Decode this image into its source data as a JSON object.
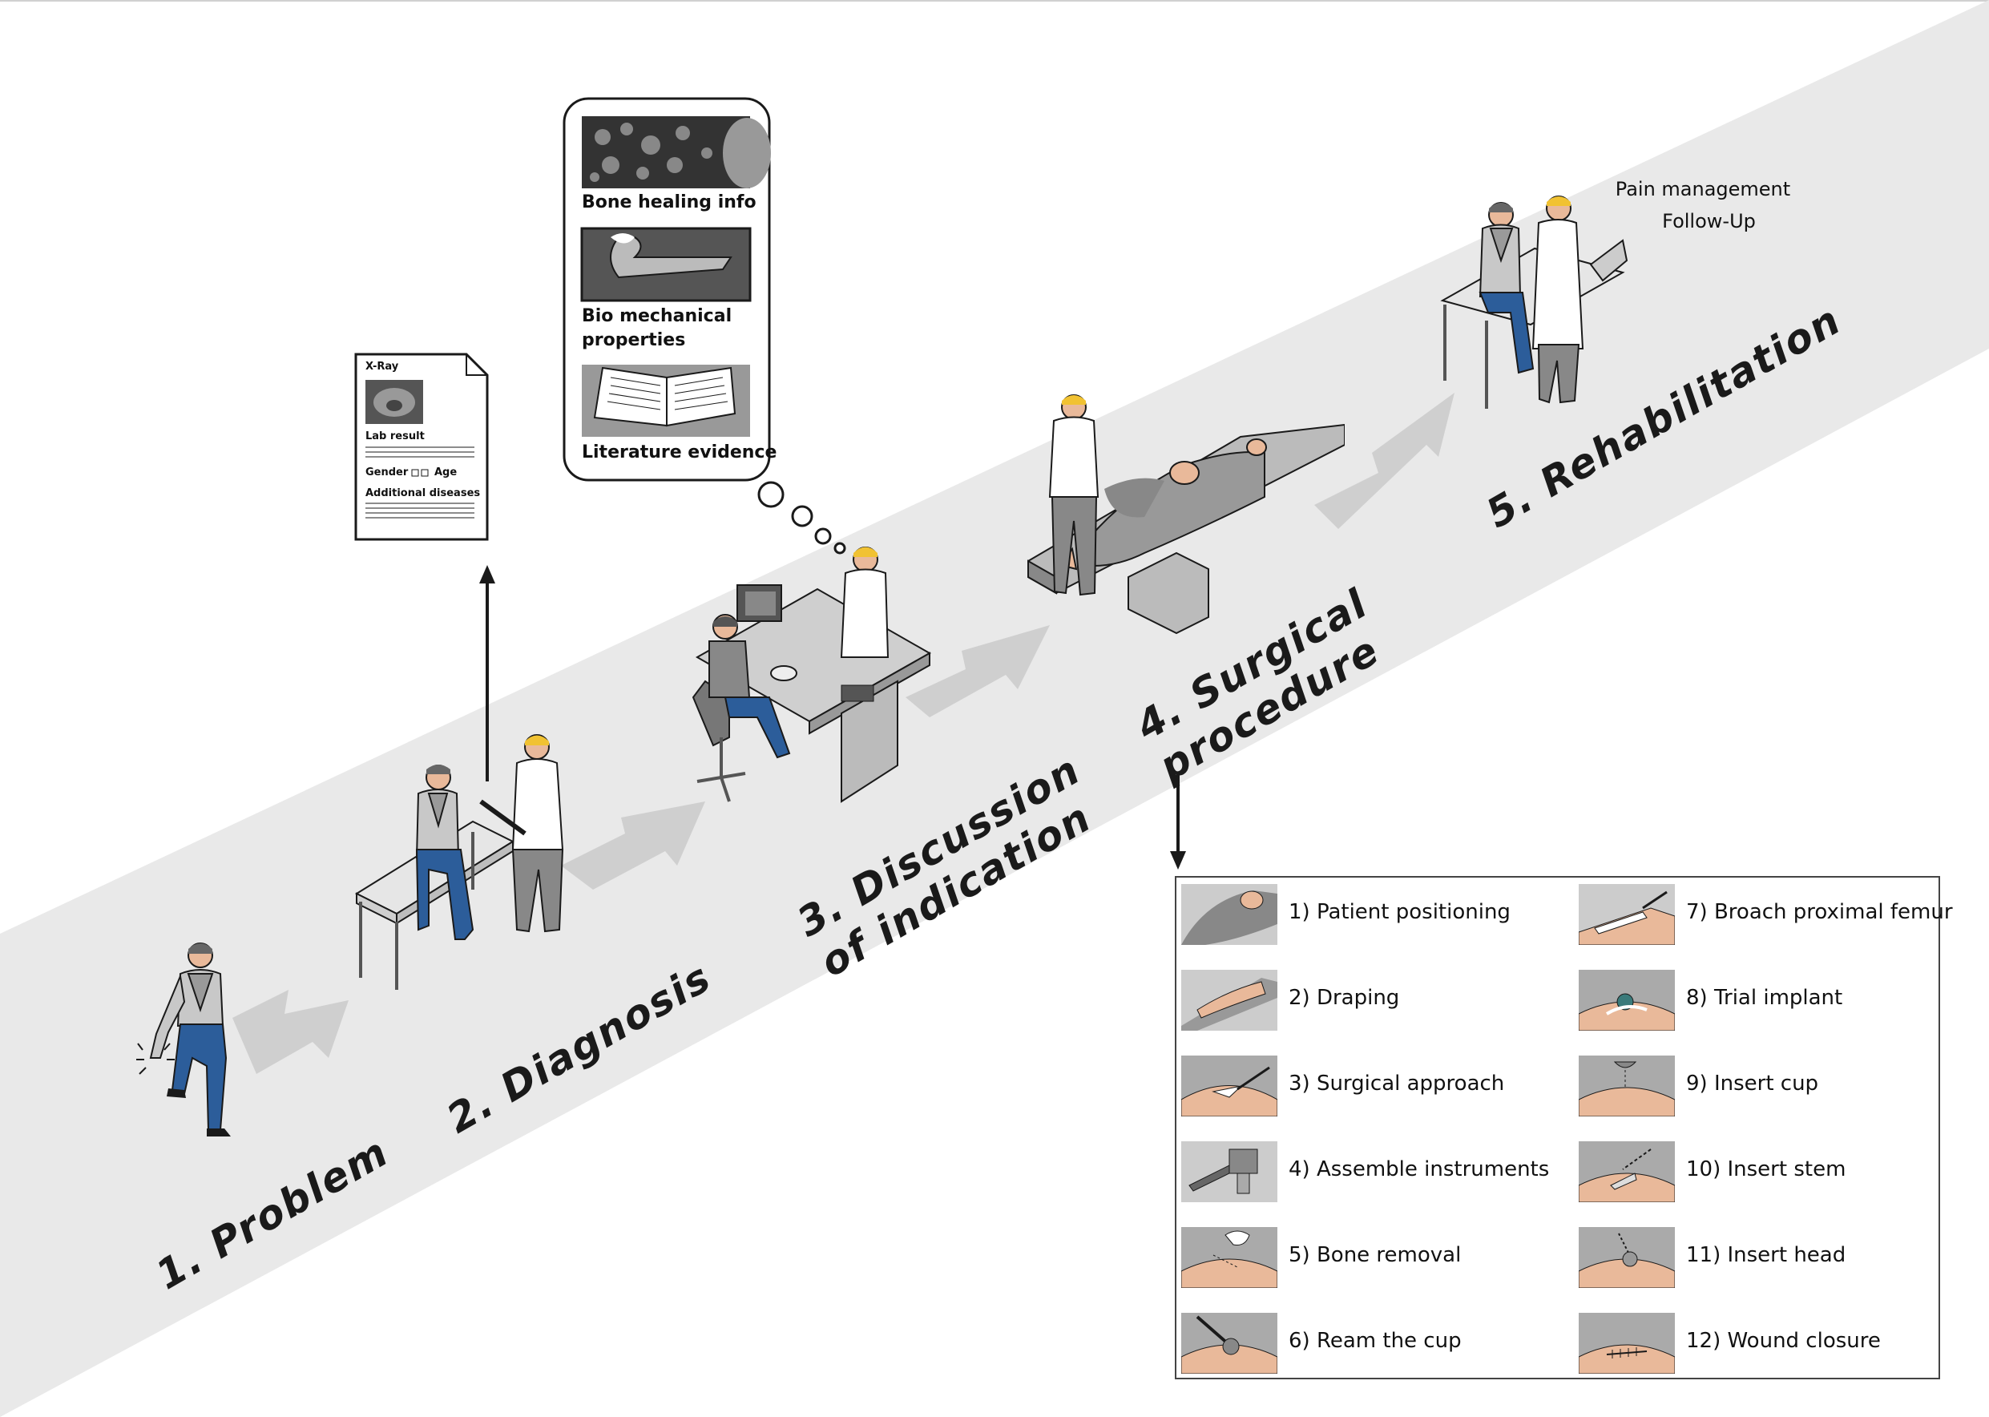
{
  "stages": [
    {
      "label": "1. Problem"
    },
    {
      "label": "2. Diagnosis"
    },
    {
      "label": "3. Discussion\nof indication"
    },
    {
      "label": "4. Surgical\nprocedure"
    },
    {
      "label": "5. Rehabilitation"
    }
  ],
  "diagnosis_document": {
    "title": "X-Ray",
    "lab_result": "Lab result",
    "gender": "Gender",
    "age": "Age",
    "additional": "Additional diseases"
  },
  "thought_bubble": {
    "items": [
      {
        "label": "Bone healing info"
      },
      {
        "label": "Bio mechanical\nproperties"
      },
      {
        "label": "Literature evidence"
      }
    ]
  },
  "rehabilitation": {
    "line1": "Pain management",
    "line2": "Follow-Up"
  },
  "surgical_steps": [
    {
      "label": "1) Patient positioning"
    },
    {
      "label": "2) Draping"
    },
    {
      "label": "3) Surgical approach"
    },
    {
      "label": "4) Assemble instruments"
    },
    {
      "label": "5) Bone removal"
    },
    {
      "label": "6) Ream the cup"
    },
    {
      "label": "7) Broach proximal femur"
    },
    {
      "label": "8) Trial implant"
    },
    {
      "label": "9) Insert cup"
    },
    {
      "label": "10) Insert stem"
    },
    {
      "label": "11) Insert head"
    },
    {
      "label": "12) Wound closure"
    }
  ],
  "colors": {
    "band": "#e9e9e9",
    "arrow": "#cfcfcf",
    "skin": "#e9b99a",
    "jeans": "#2c5d9a",
    "vest": "#9a9a9a",
    "coat": "#ffffff",
    "hair": "#f1c232",
    "outline": "#1a1a1a"
  }
}
